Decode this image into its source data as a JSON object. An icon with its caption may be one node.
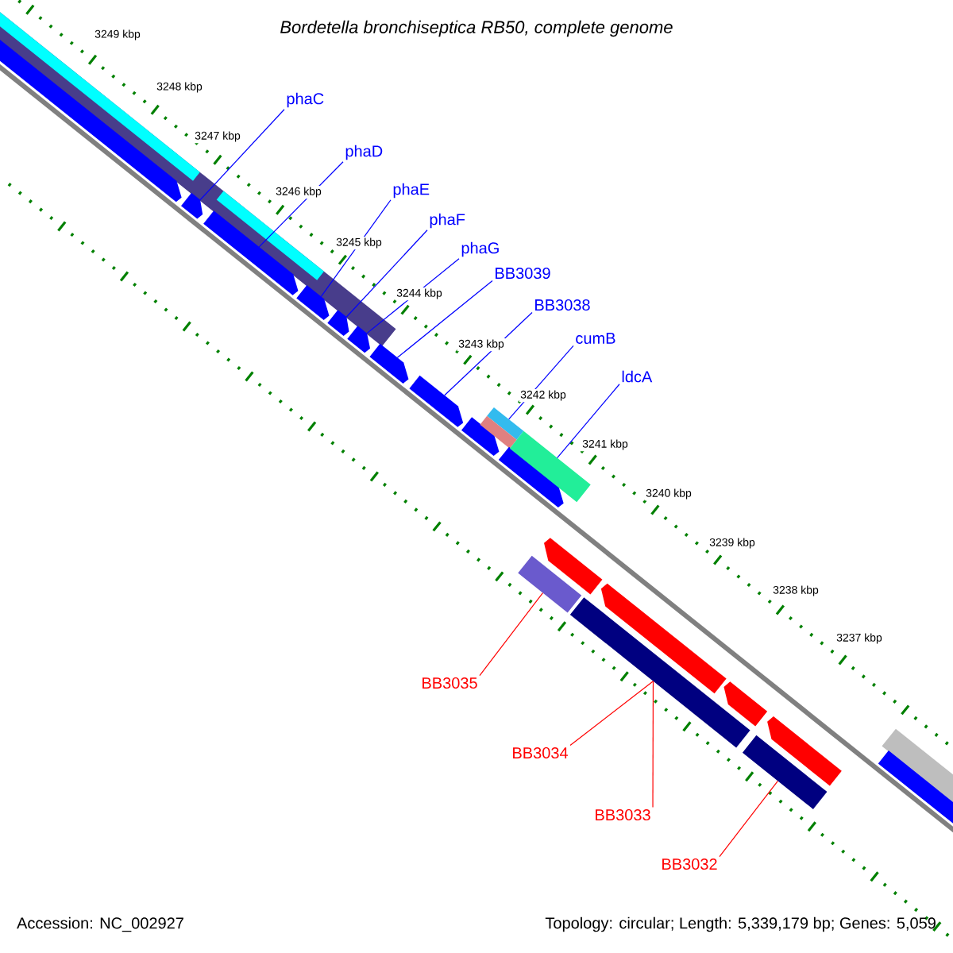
{
  "diagram": {
    "title": "Bordetella bronchiseptica RB50, complete genome",
    "nodes": [
      {
        "text": [
          "phaC"
        ]
      },
      {
        "text": [
          "phaD"
        ]
      },
      {
        "text": [
          "phaE"
        ]
      },
      {
        "text": [
          "phaF"
        ]
      },
      {
        "text": [
          "phaG"
        ]
      },
      {
        "text": [
          "BB3039"
        ]
      },
      {
        "text": [
          "BB3038"
        ]
      },
      {
        "text": [
          "cumB"
        ]
      },
      {
        "text": [
          "ldcA"
        ]
      },
      {
        "text": [
          "BB3035"
        ]
      },
      {
        "text": [
          "BB3034"
        ]
      },
      {
        "text": [
          "BB3033"
        ]
      },
      {
        "text": [
          "BB3032"
        ]
      },
      {
        "text": [],
        "shape": "bar"
      },
      {
        "text": [],
        "shape": "bar"
      },
      {
        "text": [],
        "shape": "bar",
        "in": 13
      },
      {
        "text": [],
        "shape": "bar"
      },
      {
        "text": [],
        "shape": "bar",
        "in": 13
      },
      {
        "text": [],
        "shape": "bar"
      },
      {
        "text": [],
        "shape": "bar"
      },
      {
        "text": [],
        "shape": "bar"
      },
      {
        "text": [],
        "shape": "bar"
      },
      {
        "text": [],
        "shape": "bar"
      },
      {
        "text": [],
        "shape": "bar"
      },
      {
        "text": [],
        "shape": "bar"
      },
      {
        "text": [],
        "shape": "bar"
      },
      {
        "text": [],
        "shape": "bar"
      },
      {
        "text": [],
        "shape": "bar"
      },
      {
        "text": [],
        "shape": "bar"
      },
      {
        "text": [],
        "shape": "bar"
      },
      {
        "text": [],
        "shape": "bar"
      },
      {
        "text": [],
        "shape": "bar"
      },
      {
        "text": [],
        "shape": "bar"
      },
      {
        "text": [],
        "shape": "bar"
      },
      {
        "text": [],
        "shape": "bar"
      },
      {
        "text": [],
        "shape": "bar"
      },
      {
        "text": [],
        "shape": "bar"
      },
      {
        "text": [],
        "shape": "bar"
      }
    ],
    "edges": [
      {
        "from": 0,
        "to": 16,
        "arrow": "none"
      },
      {
        "from": 1,
        "to": 18,
        "arrow": "none"
      },
      {
        "from": 2,
        "to": 19,
        "arrow": "none"
      },
      {
        "from": 3,
        "to": 20,
        "arrow": "none"
      },
      {
        "from": 4,
        "to": 21,
        "arrow": "none"
      },
      {
        "from": 5,
        "to": 22,
        "arrow": "none"
      },
      {
        "from": 6,
        "to": 23,
        "arrow": "none"
      },
      {
        "from": 7,
        "to": 25,
        "arrow": "none"
      },
      {
        "from": 8,
        "to": 28,
        "arrow": "none"
      },
      {
        "from": 9,
        "to": 29,
        "arrow": "none",
        "color": "#ff0000"
      },
      {
        "from": 10,
        "to": 31,
        "arrow": "none",
        "color": "#ff0000"
      },
      {
        "from": 11,
        "to": 31,
        "arrow": "none",
        "color": "#ff0000"
      },
      {
        "from": 12,
        "to": 35,
        "arrow": "none",
        "color": "#ff0000"
      }
    ],
    "labels": [
      "3249 kbp",
      "3248 kbp",
      "3247 kbp",
      "3246 kbp",
      "3245 kbp",
      "3244 kbp",
      "3243 kbp",
      "3242 kbp",
      "3241 kbp",
      "3240 kbp",
      "3239 kbp",
      "3238 kbp",
      "3237 kbp",
      "Accession: NC_002927",
      "Topology: circular; Length: 5,339,179 bp; Genes: 5,059"
    ]
  }
}
